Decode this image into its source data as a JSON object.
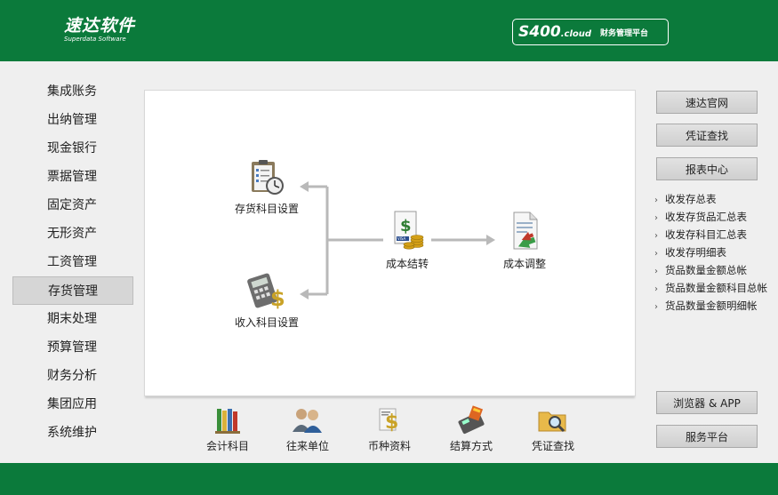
{
  "header": {
    "logo_cn": "速达软件",
    "logo_en": "Superdata Software",
    "platform_s400": "S400",
    "platform_cloud": ".cloud",
    "platform_label": "财务管理平台"
  },
  "sidebar": {
    "items": [
      {
        "label": "集成账务"
      },
      {
        "label": "出纳管理"
      },
      {
        "label": "现金银行"
      },
      {
        "label": "票据管理"
      },
      {
        "label": "固定资产"
      },
      {
        "label": "无形资产"
      },
      {
        "label": "工资管理"
      },
      {
        "label": "存货管理",
        "active": true
      },
      {
        "label": "期末处理"
      },
      {
        "label": "预算管理"
      },
      {
        "label": "财务分析"
      },
      {
        "label": "集团应用"
      },
      {
        "label": "系统维护"
      }
    ]
  },
  "flow": {
    "inventory_account": "存货科目设置",
    "income_account": "收入科目设置",
    "cost_transfer": "成本结转",
    "cost_adjust": "成本调整"
  },
  "toolbar": {
    "items": [
      {
        "label": "会计科目",
        "icon": "books-icon"
      },
      {
        "label": "往来单位",
        "icon": "people-icon"
      },
      {
        "label": "币种资料",
        "icon": "currency-icon"
      },
      {
        "label": "结算方式",
        "icon": "card-terminal-icon"
      },
      {
        "label": "凭证查找",
        "icon": "folder-search-icon"
      }
    ]
  },
  "right": {
    "official_site": "速达官网",
    "voucher_search": "凭证查找",
    "report_center": "报表中心",
    "reports": [
      "收发存总表",
      "收发存货品汇总表",
      "收发存科目汇总表",
      "收发存明细表",
      "货品数量金额总帐",
      "货品数量金额科目总帐",
      "货品数量金额明细帐"
    ],
    "browser_app": "浏览器 & APP",
    "service_platform": "服务平台"
  },
  "colors": {
    "brand_green": "#0b7a3b",
    "arrow_gray": "#b9b9b9"
  }
}
